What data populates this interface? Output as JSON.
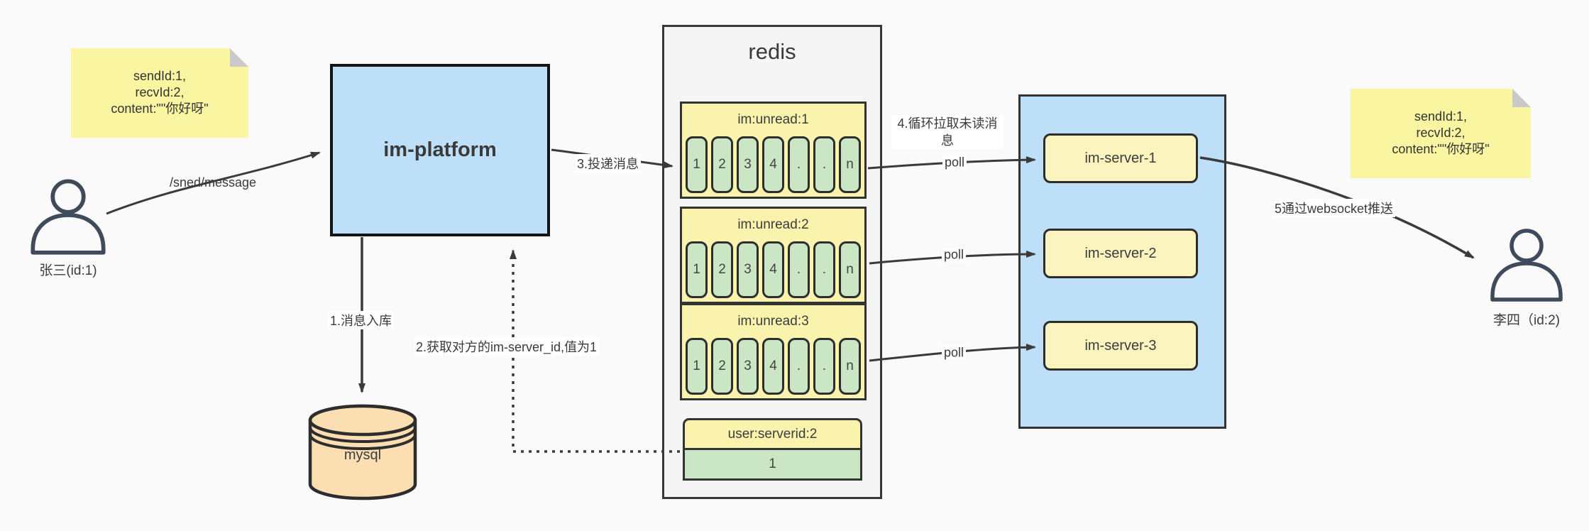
{
  "notes": {
    "left": {
      "lines": [
        "sendId:1,",
        "recvId:2,",
        "content:\"\"你好呀\""
      ]
    },
    "right": {
      "lines": [
        "sendId:1,",
        "recvId:2,",
        "content:\"\"你好呀\""
      ]
    }
  },
  "actors": {
    "sender": {
      "label": "张三(id:1)"
    },
    "receiver": {
      "label": "李四（id:2)"
    }
  },
  "platform": {
    "label": "im-platform"
  },
  "database": {
    "label": "mysql"
  },
  "redis": {
    "title": "redis",
    "queues": [
      {
        "name": "im:unread:1",
        "cells": [
          "1",
          "2",
          "3",
          "4",
          ".",
          ".",
          "n"
        ]
      },
      {
        "name": "im:unread:2",
        "cells": [
          "1",
          "2",
          "3",
          "4",
          ".",
          ".",
          "n"
        ]
      },
      {
        "name": "im:unread:3",
        "cells": [
          "1",
          "2",
          "3",
          "4",
          ".",
          ".",
          "n"
        ]
      }
    ],
    "mapping": {
      "name": "user:serverid:2",
      "value": "1"
    }
  },
  "servers": [
    {
      "label": "im-server-1"
    },
    {
      "label": "im-server-2"
    },
    {
      "label": "im-server-3"
    }
  ],
  "flow_labels": {
    "send_api": "/sned/message",
    "step1": "1.消息入库",
    "step2": "2.获取对方的im-server_id,值为1",
    "step3": "3.投递消息",
    "step4": "4.循环拉取未读消息",
    "step5": "5通过websocket推送",
    "poll": "poll"
  },
  "colors": {
    "sticky_yellow": "#f9f5a1",
    "node_blue": "#bddff7",
    "queue_yellow": "#faf3ae",
    "cell_green": "#cbe6c4",
    "db_tan": "#fbdfb2",
    "container_gray": "#f5f5f5",
    "line_dark": "#3a3a3a"
  }
}
